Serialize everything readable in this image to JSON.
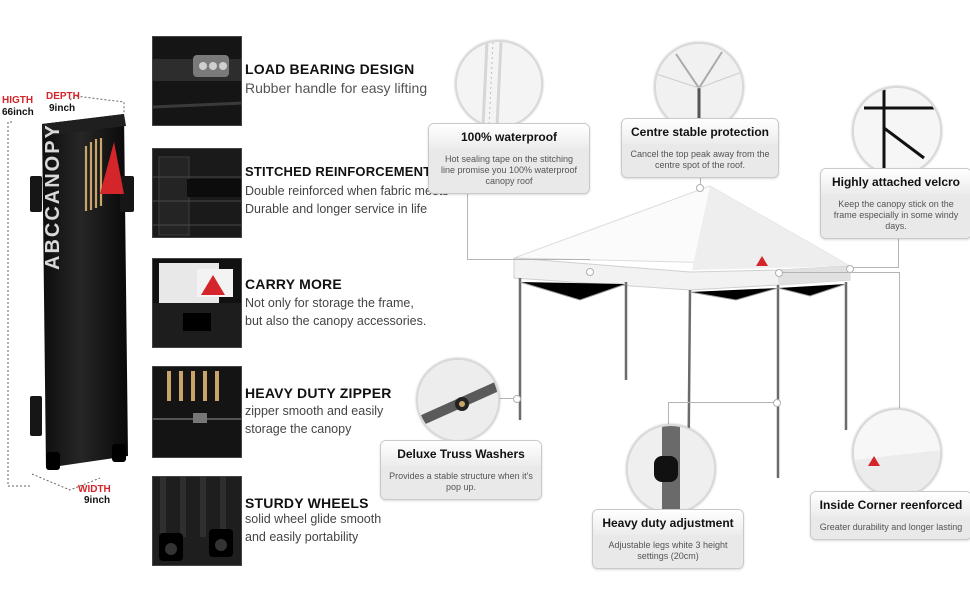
{
  "bag": {
    "height_label": "HIGTH",
    "height_value": "66inch",
    "depth_label": "DEPTH",
    "depth_value": "9inch",
    "width_label": "WIDTH",
    "width_value": "9inch",
    "brand_text": "ABCCANOPY"
  },
  "features": [
    {
      "title": "LOAD BEARING DESIGN",
      "lines": [
        "Rubber handle for easy lifting"
      ]
    },
    {
      "title": "STITCHED REINFORCEMENTS",
      "lines": [
        "Double reinforced when fabric meets",
        "Durable and longer service in life"
      ]
    },
    {
      "title": "CARRY MORE",
      "lines": [
        "Not only for storage the frame,",
        "but also the canopy accessories."
      ]
    },
    {
      "title": "HEAVY DUTY ZIPPER",
      "lines": [
        "zipper smooth and easily",
        "storage the canopy"
      ]
    },
    {
      "title": "STURDY WHEELS",
      "lines": [
        "solid wheel glide smooth",
        "and easily portability"
      ]
    }
  ],
  "callouts": {
    "waterproof": {
      "title": "100% waterproof",
      "desc": "Hot sealing tape on the stitching line promise you 100% waterproof canopy roof"
    },
    "centre": {
      "title": "Centre stable protection",
      "desc": "Cancel the top peak away from the centre spot of the roof."
    },
    "velcro": {
      "title": "Highly attached velcro",
      "desc": "Keep the canopy stick on the frame especially in some windy days."
    },
    "truss": {
      "title": "Deluxe Truss Washers",
      "desc": "Provides a stable structure when it's pop up."
    },
    "adjust": {
      "title": "Heavy duty adjustment",
      "desc": "Adjustable legs white 3 height settings (20cm)"
    },
    "corner": {
      "title": "Inside Corner reenforced",
      "desc": "Greater durability and longer lasting"
    }
  },
  "colors": {
    "accent_red": "#d4262a",
    "gold": "#c9a56a",
    "canopy_white": "#fafafa",
    "frame_grey": "#6b6b6b"
  }
}
